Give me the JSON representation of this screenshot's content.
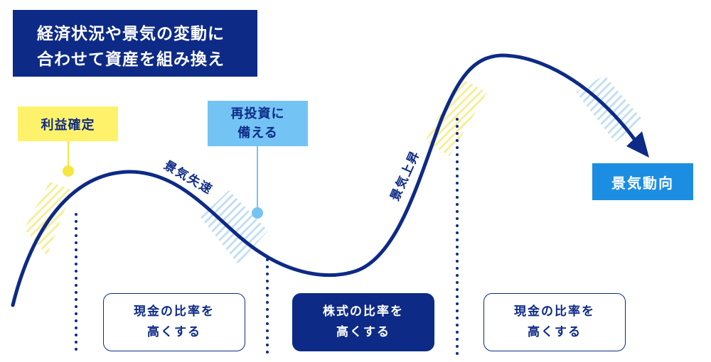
{
  "title": {
    "line1": "経済状況や景気の変動に",
    "line2": "合わせて資産を組み換え"
  },
  "tags": {
    "profit_taking": "利益確定",
    "reinvest": {
      "line1": "再投資に",
      "line2": "備える"
    },
    "business_trend": "景気動向"
  },
  "curve_labels": {
    "slowdown": "景気失速",
    "rise": "景気上昇"
  },
  "phases": [
    {
      "line1": "現金の比率を",
      "line2": "高くする"
    },
    {
      "line1": "株式の比率を",
      "line2": "高くする"
    },
    {
      "line1": "現金の比率を",
      "line2": "高くする"
    }
  ],
  "colors": {
    "navy": "#0d2a86",
    "yellow": "#fff26b",
    "light_blue": "#73c4f4",
    "blue": "#1b8ee1"
  }
}
